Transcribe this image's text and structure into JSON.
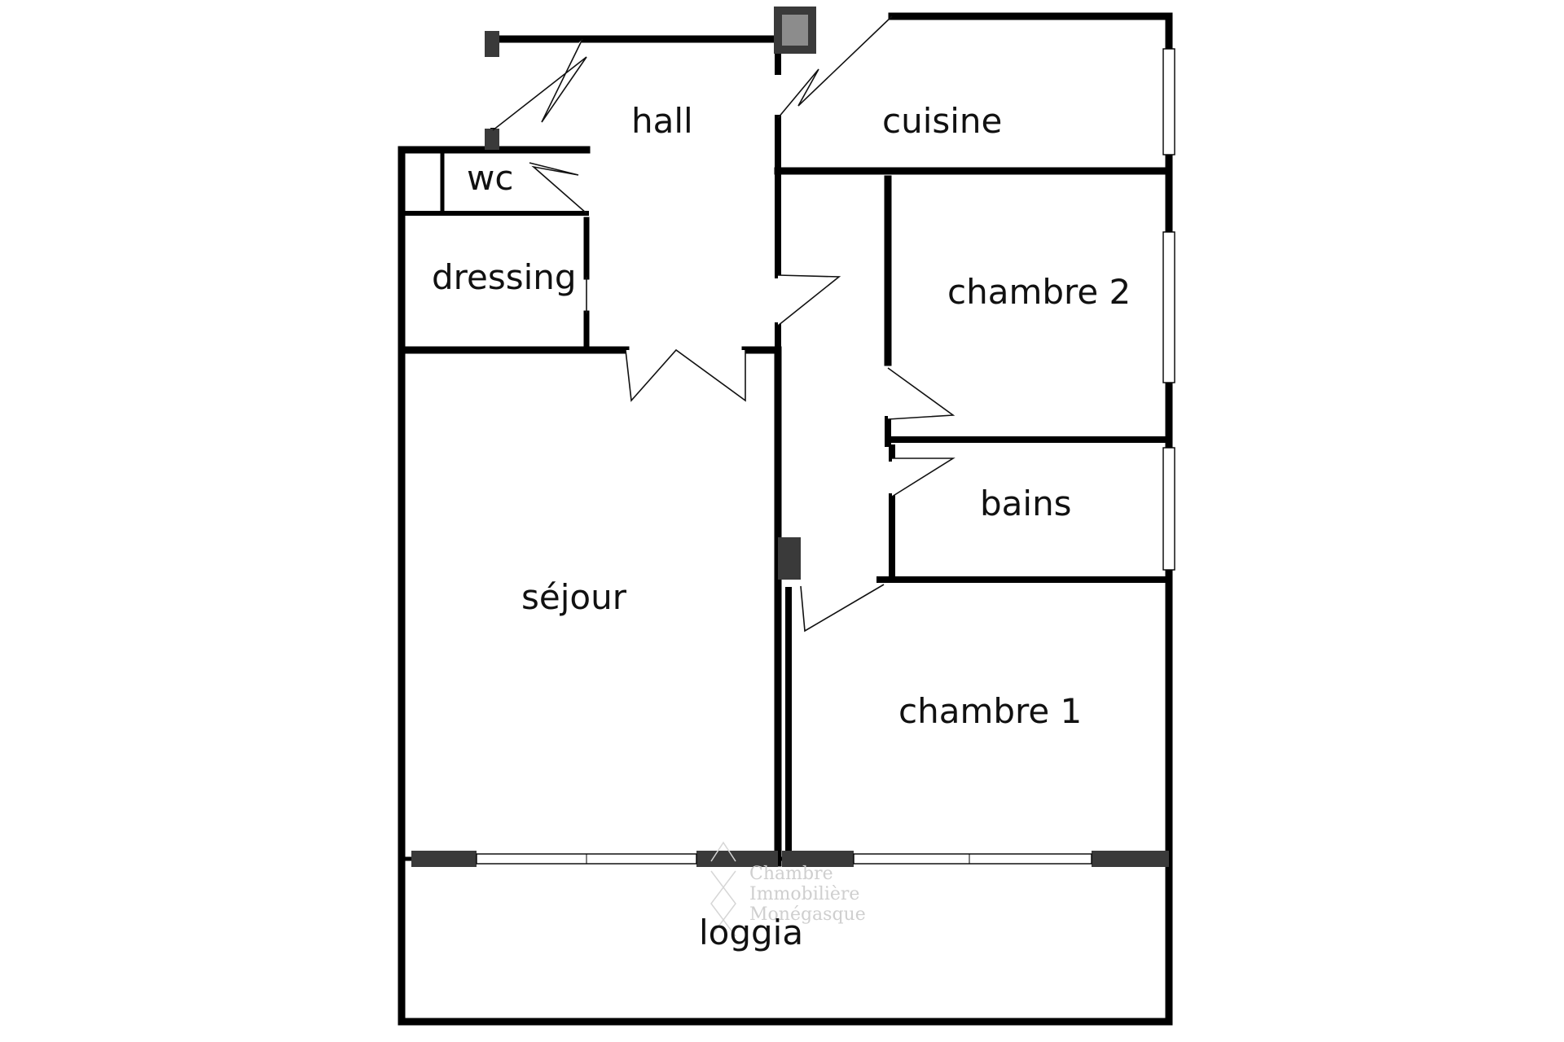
{
  "rooms": {
    "hall": "hall",
    "cuisine": "cuisine",
    "wc": "wc",
    "dressing": "dressing",
    "chambre2": "chambre 2",
    "bains": "bains",
    "sejour": "séjour",
    "chambre1": "chambre 1",
    "loggia": "loggia"
  },
  "watermark": {
    "line1": "Chambre",
    "line2": "Immobilière",
    "line3": "Monégasque"
  },
  "colors": {
    "wall": "#000000",
    "background": "#ffffff",
    "watermark": "#cfcfcf"
  }
}
